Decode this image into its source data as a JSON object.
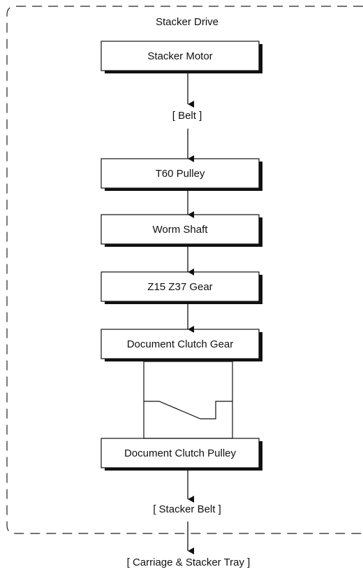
{
  "diagram": {
    "group_label": "Stacker Drive",
    "boxes": {
      "stacker_motor": "Stacker Motor",
      "t60_pulley": "T60 Pulley",
      "worm_shaft": "Worm Shaft",
      "z15_z37_gear": "Z15 Z37 Gear",
      "document_clutch_gear": "Document Clutch Gear",
      "document_clutch_pulley": "Document Clutch Pulley"
    },
    "labels": {
      "belt": "[ Belt ]",
      "stacker_belt": "[ Stacker Belt ]",
      "carriage_tray": "[ Carriage & Stacker Tray ]"
    }
  }
}
